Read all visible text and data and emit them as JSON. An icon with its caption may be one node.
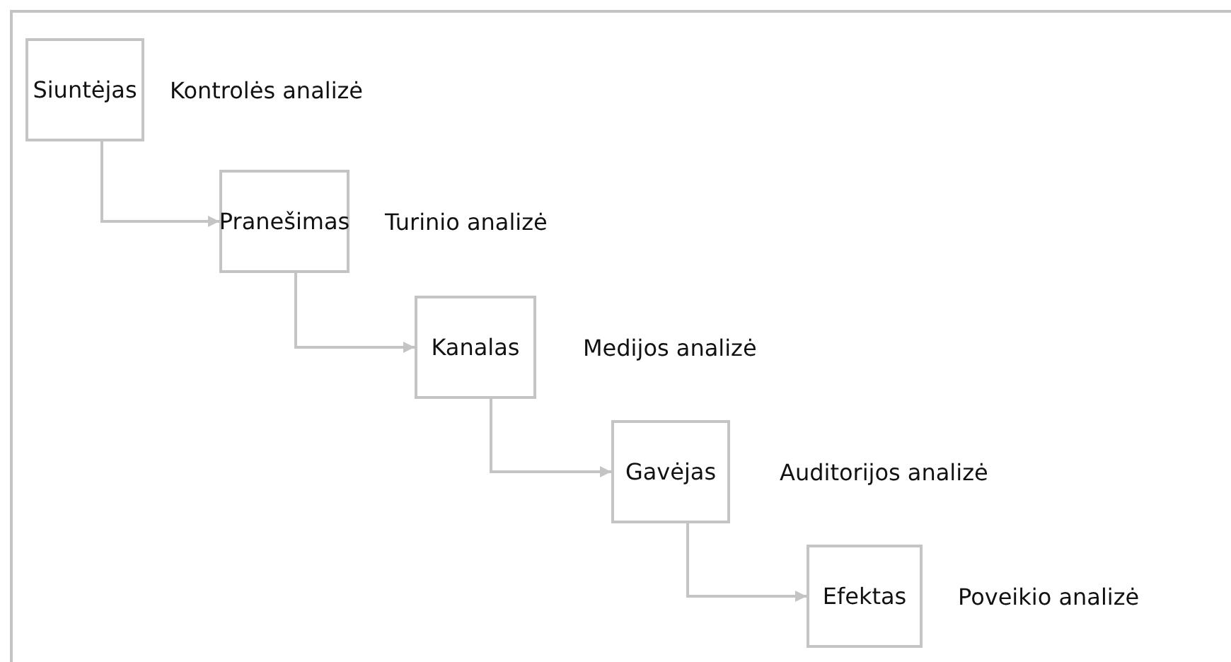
{
  "diagram": {
    "nodes": [
      {
        "text": [
          "Siuntėjas"
        ],
        "beside": [
          "Kontrolės analizė"
        ]
      },
      {
        "text": [
          "Pranešimas"
        ],
        "beside": [
          "Turinio analizė"
        ]
      },
      {
        "text": [
          "Kanalas"
        ],
        "beside": [
          "Medijos analizė"
        ]
      },
      {
        "text": [
          "Gavėjas"
        ],
        "beside": [
          "Auditorijos analizė"
        ]
      },
      {
        "text": [
          "Efektas"
        ],
        "beside": [
          "Poveikio analizė"
        ]
      }
    ],
    "edges": [
      {
        "from": 0,
        "to": 1,
        "arrow": "to"
      },
      {
        "from": 1,
        "to": 2,
        "arrow": "to"
      },
      {
        "from": 2,
        "to": 3,
        "arrow": "to"
      },
      {
        "from": 3,
        "to": 4,
        "arrow": "to"
      }
    ]
  }
}
